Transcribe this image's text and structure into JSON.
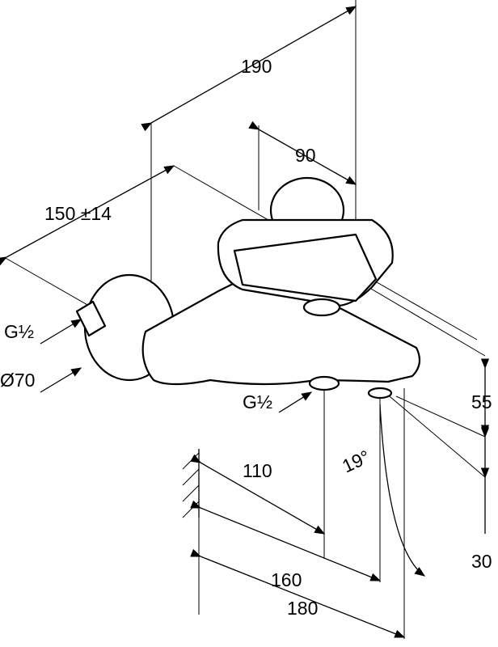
{
  "dimensions": {
    "overall_depth": "190",
    "handle_width": "90",
    "center_distance": "150 ±14",
    "inlet_thread": "G½",
    "rosette_diameter": "Ø70",
    "outlet_thread": "G½",
    "height_upper": "55",
    "height_lower": "30",
    "angle": "19°",
    "projection_110": "110",
    "projection_160": "160",
    "projection_180": "180"
  }
}
